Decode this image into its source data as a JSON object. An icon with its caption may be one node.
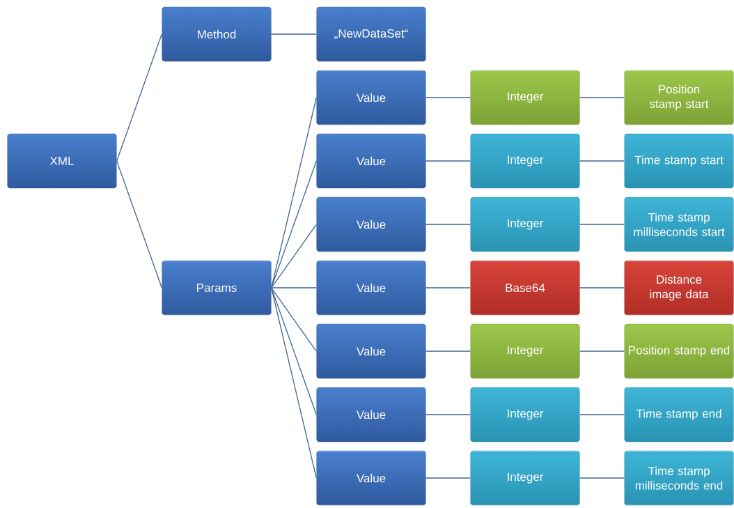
{
  "diagram": {
    "nodes": [
      {
        "text": [
          "XML"
        ]
      },
      {
        "text": [
          "Method"
        ]
      },
      {
        "text": [
          "„NewDataSet“"
        ]
      },
      {
        "text": [
          "Params"
        ]
      },
      {
        "text": [
          "Value"
        ]
      },
      {
        "text": [
          "Integer"
        ]
      },
      {
        "text": [
          "Position stamp start"
        ]
      },
      {
        "text": [
          "Value"
        ]
      },
      {
        "text": [
          "Integer"
        ]
      },
      {
        "text": [
          "Time stamp start"
        ]
      },
      {
        "text": [
          "Value"
        ]
      },
      {
        "text": [
          "Integer"
        ]
      },
      {
        "text": [
          "Time stamp milliseconds start"
        ]
      },
      {
        "text": [
          "Value"
        ]
      },
      {
        "text": [
          "Base64"
        ]
      },
      {
        "text": [
          "Distance image data"
        ]
      },
      {
        "text": [
          "Value"
        ]
      },
      {
        "text": [
          "Integer"
        ]
      },
      {
        "text": [
          "Position stamp end"
        ]
      },
      {
        "text": [
          "Value"
        ]
      },
      {
        "text": [
          "Integer"
        ]
      },
      {
        "text": [
          "Time stamp end"
        ]
      },
      {
        "text": [
          "Value"
        ]
      },
      {
        "text": [
          "Integer"
        ]
      },
      {
        "text": [
          "Time stamp milliseconds end"
        ]
      }
    ],
    "edges": [
      {
        "from": 0,
        "to": 1,
        "arrow": "none"
      },
      {
        "from": 0,
        "to": 3,
        "arrow": "none"
      },
      {
        "from": 1,
        "to": 2,
        "arrow": "none"
      },
      {
        "from": 3,
        "to": 4,
        "arrow": "none"
      },
      {
        "from": 4,
        "to": 5,
        "arrow": "none"
      },
      {
        "from": 5,
        "to": 6,
        "arrow": "none"
      },
      {
        "from": 3,
        "to": 7,
        "arrow": "none"
      },
      {
        "from": 7,
        "to": 8,
        "arrow": "none"
      },
      {
        "from": 8,
        "to": 9,
        "arrow": "none"
      },
      {
        "from": 3,
        "to": 10,
        "arrow": "none"
      },
      {
        "from": 10,
        "to": 11,
        "arrow": "none"
      },
      {
        "from": 11,
        "to": 12,
        "arrow": "none"
      },
      {
        "from": 3,
        "to": 13,
        "arrow": "none"
      },
      {
        "from": 13,
        "to": 14,
        "arrow": "none"
      },
      {
        "from": 14,
        "to": 15,
        "arrow": "none"
      },
      {
        "from": 3,
        "to": 16,
        "arrow": "none"
      },
      {
        "from": 16,
        "to": 17,
        "arrow": "none"
      },
      {
        "from": 17,
        "to": 18,
        "arrow": "none"
      },
      {
        "from": 3,
        "to": 19,
        "arrow": "none"
      },
      {
        "from": 19,
        "to": 20,
        "arrow": "none"
      },
      {
        "from": 20,
        "to": 21,
        "arrow": "none"
      },
      {
        "from": 3,
        "to": 22,
        "arrow": "none"
      },
      {
        "from": 22,
        "to": 23,
        "arrow": "none"
      },
      {
        "from": 23,
        "to": 24,
        "arrow": "none"
      }
    ]
  }
}
